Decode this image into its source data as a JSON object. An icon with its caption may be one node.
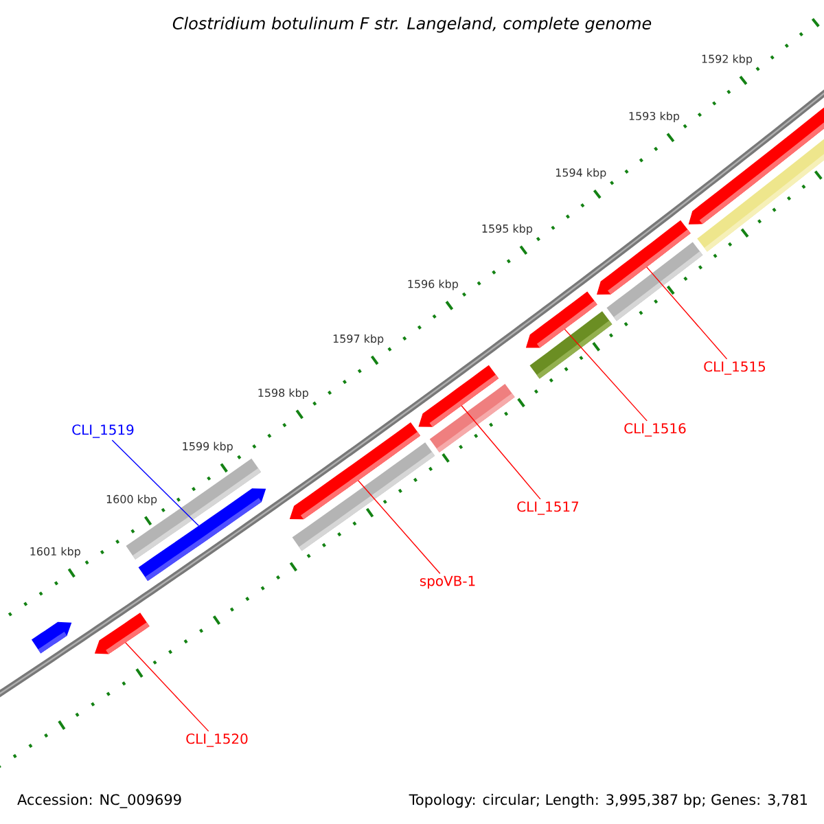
{
  "diagram": {
    "title": "Clostridium botulinum F str. Langeland, complete genome",
    "nodes": [
      {
        "text": [
          "CLI_1515"
        ]
      },
      {
        "text": [
          "CLI_1516"
        ]
      },
      {
        "text": [
          "CLI_1519"
        ]
      },
      {
        "text": [
          "CLI_1517"
        ]
      },
      {
        "text": [
          "spoVB-1"
        ]
      },
      {
        "text": [
          "CLI_1520"
        ]
      },
      {
        "text": [],
        "shape": "bar"
      },
      {
        "text": [],
        "shape": "bar"
      },
      {
        "text": [],
        "shape": "bar"
      },
      {
        "text": [],
        "shape": "bar"
      },
      {
        "text": [],
        "shape": "bar"
      },
      {
        "text": [],
        "shape": "bar"
      }
    ],
    "edges": [
      {
        "from": 0,
        "to": 11,
        "arrow": "none"
      },
      {
        "from": 1,
        "to": 10,
        "arrow": "none"
      },
      {
        "from": 2,
        "to": 7,
        "arrow": "none",
        "color": "#0000ff"
      },
      {
        "from": 3,
        "to": 9,
        "arrow": "none"
      },
      {
        "from": 4,
        "to": 8,
        "arrow": "none"
      },
      {
        "from": 5,
        "to": 6,
        "arrow": "none"
      }
    ],
    "labels": [
      "1592 kbp",
      "1593 kbp",
      "1594 kbp",
      "1595 kbp",
      "1596 kbp",
      "1597 kbp",
      "1598 kbp",
      "1599 kbp",
      "1600 kbp",
      "1601 kbp",
      "Accession: NC_009699",
      "Topology: circular; Length: 3,995,387 bp; Genes: 3,781"
    ]
  }
}
